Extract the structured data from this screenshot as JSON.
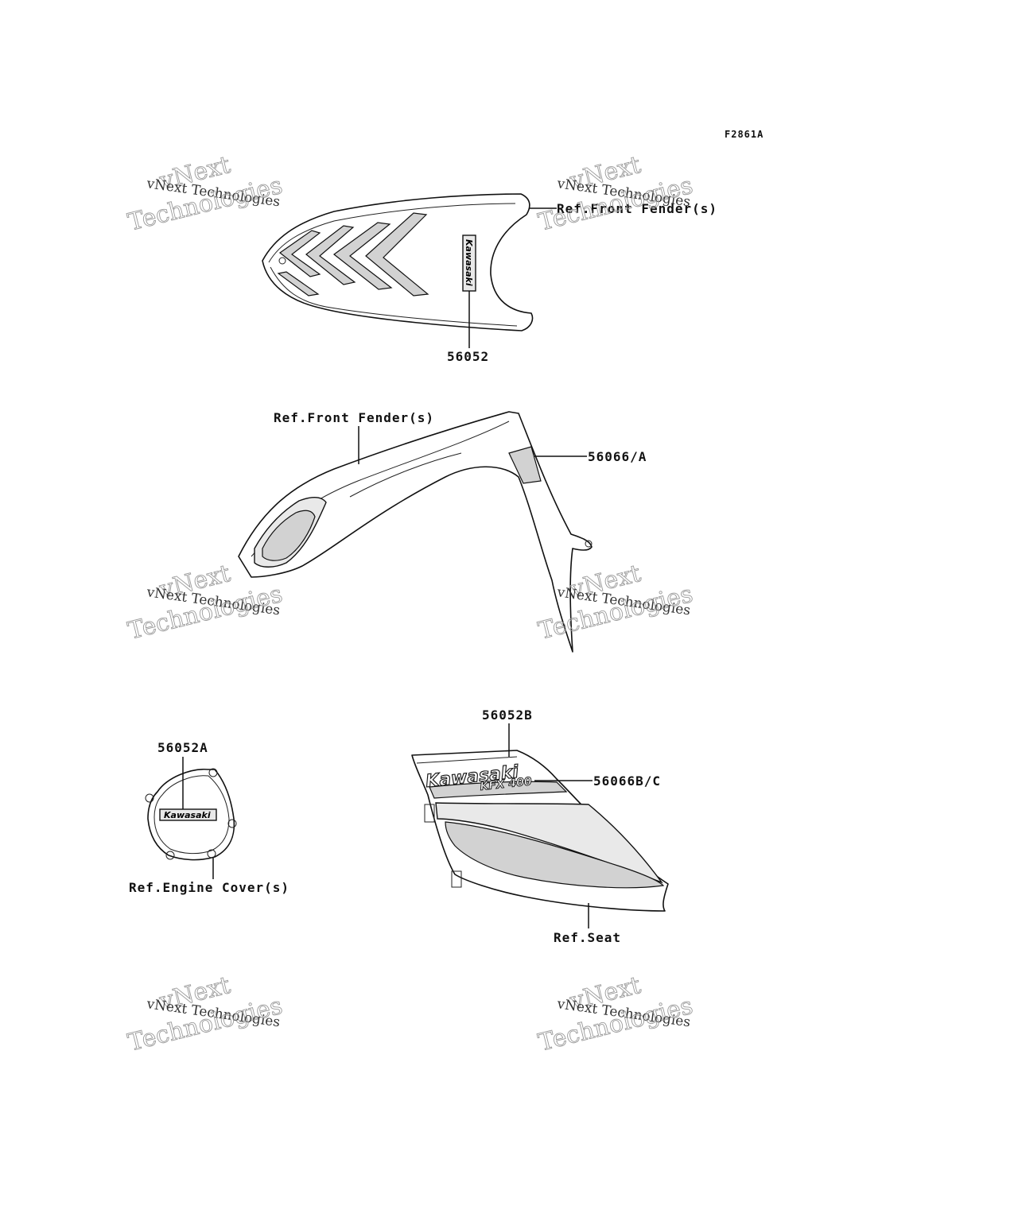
{
  "figure_code": "F2861A",
  "callouts": {
    "top_decal": "56052",
    "top_ref": "Ref.Front Fender(s)",
    "fender_ref": "Ref.Front Fender(s)",
    "fender_decal": "56066/A",
    "engine_decal": "56052A",
    "engine_ref": "Ref.Engine Cover(s)",
    "side_decal_top": "56052B",
    "side_decal_right": "56066B/C",
    "seat_ref": "Ref.Seat"
  },
  "decal_text": {
    "top_logo": "Kawasaki",
    "engine_logo": "Kawasaki",
    "side_logo": "Kawasaki",
    "side_model": "KFX 400"
  },
  "watermark": {
    "line1": "vNext Technologies",
    "line2": "vNext",
    "line3": "Technologies"
  }
}
